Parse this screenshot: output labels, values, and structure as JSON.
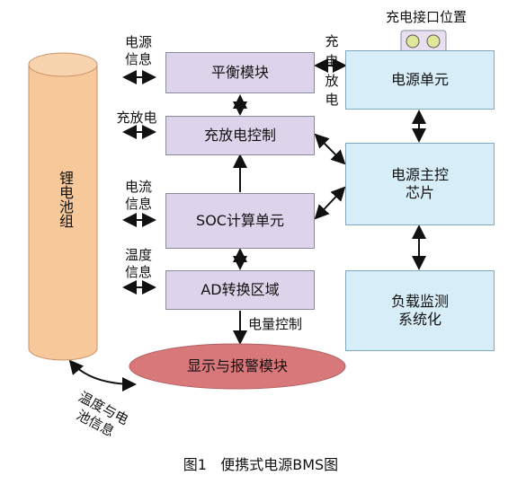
{
  "battery": {
    "label": "锂电池组"
  },
  "boxes": {
    "balance": "平衡模块",
    "charge_control": "充放电控制",
    "soc": "SOC计算单元",
    "ad": "AD转换区域",
    "power_unit": "电源单元",
    "main_chip": "电源主控\n芯片",
    "load_monitor": "负载监测\n系统化"
  },
  "ellipse": {
    "label": "显示与报警模块"
  },
  "labels": {
    "power_info": "电源\n信息",
    "charge_discharge": "充放电",
    "current_info": "电流\n信息",
    "temp_info": "温度\n信息",
    "charge_vertical": "充\n电\n放\n电",
    "port_position": "充电接口位置",
    "power_control": "电量控制",
    "temp_battery_info": "温度与电\n池信息"
  },
  "caption": "图1   便携式电源BMS图",
  "colors": {
    "battery_fill": "#f6c89a",
    "purple_fill": "#ddd3ea",
    "blue_fill": "#d7edf7",
    "ellipse_fill": "#d9787a",
    "connector_fill": "#e8e0ef",
    "connector_dot": "#dfe89a"
  }
}
